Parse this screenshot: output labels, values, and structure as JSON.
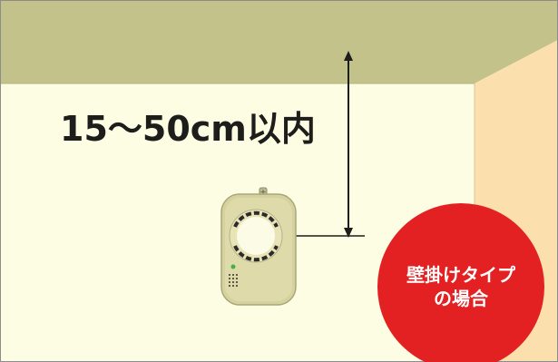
{
  "distance_label": "15～50cm以内",
  "badge": {
    "line1": "壁掛けタイプ",
    "line2": "の場合"
  },
  "colors": {
    "wall": "#fdfde4",
    "ceiling": "#c3c28b",
    "side_wall": "#fbdfac",
    "badge": "#e32122",
    "detector_body": "#d6d2a0",
    "indicator_led": "#46b045",
    "outline": "#8c8c8c"
  },
  "icons": [
    "smoke-detector-icon",
    "double-arrow-icon"
  ]
}
